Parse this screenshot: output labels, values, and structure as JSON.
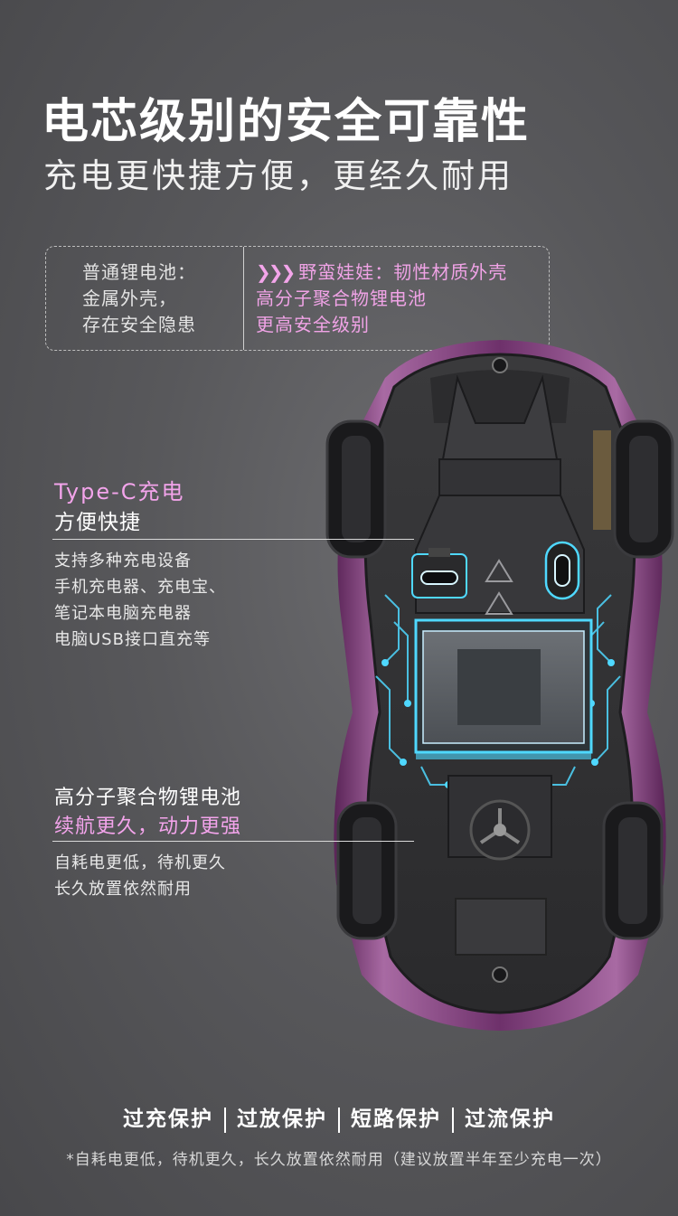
{
  "header": {
    "title": "电芯级别的安全可靠性",
    "subtitle": "充电更快捷方便，更经久耐用"
  },
  "comparison": {
    "left_lines": [
      "普通锂电池：",
      "金属外壳，",
      "存在安全隐患"
    ],
    "arrow": "❯❯❯",
    "right_lines": [
      "野蛮娃娃：韧性材质外壳",
      "高分子聚合物锂电池",
      "更高安全级别"
    ]
  },
  "feature_charging": {
    "title": "Type-C充电",
    "subtitle": "方便快捷",
    "lines": [
      "支持多种充电设备",
      "手机充电器、充电宝、",
      "笔记本电脑充电器",
      "电脑USB接口直充等"
    ]
  },
  "feature_battery": {
    "title": "高分子聚合物锂电池",
    "subtitle": "续航更久，动力更强",
    "lines": [
      "自耗电更低，待机更久",
      "长久放置依然耐用"
    ]
  },
  "protections": [
    "过充保护",
    "过放保护",
    "短路保护",
    "过流保护"
  ],
  "footnote": "*自耗电更低，待机更久，长久放置依然耐用（建议放置半年至少充电一次）",
  "colors": {
    "accent_pink": "#f3a4eb",
    "circuit_cyan": "#4fd8ff",
    "car_body_purple": "#7a3a78"
  }
}
